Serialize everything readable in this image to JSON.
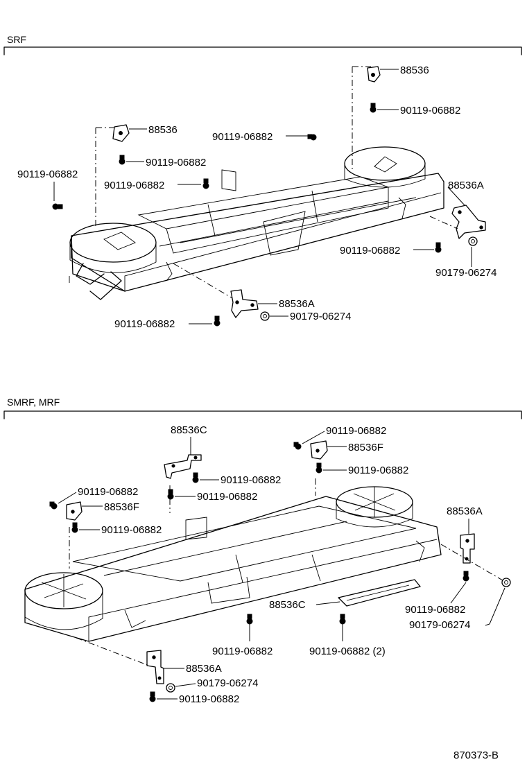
{
  "sections": {
    "srf": {
      "title": "SRF",
      "callouts": {
        "bracket_rear_top": "88536",
        "bolt_rear_top": "90119-06882",
        "bolt_rear_mid": "90119-06882",
        "bracket_left": "88536",
        "bolt_left_under": "90119-06882",
        "bolt_far_left": "90119-06882",
        "bolt_center": "90119-06882",
        "bracket_right": "88536A",
        "bolt_right": "90119-06882",
        "nut_right": "90179-06274",
        "bracket_front": "88536A",
        "nut_front": "90179-06274",
        "bolt_front": "90119-06882"
      }
    },
    "smrf": {
      "title": "SMRF, MRF",
      "callouts": {
        "bracket_c_top": "88536C",
        "bolt_c_right": "90119-06882",
        "bolt_c_under": "90119-06882",
        "bolt_f_top": "90119-06882",
        "bracket_f_top": "88536F",
        "bolt_f_under": "90119-06882",
        "bolt_left_top": "90119-06882",
        "bracket_f_left": "88536F",
        "bolt_left_under": "90119-06882",
        "bracket_a_right": "88536A",
        "bracket_c_lower": "88536C",
        "bolt_lower_center": "90119-06882",
        "bolt_lower_pair": "90119-06882 (2)",
        "bolt_right_lower": "90119-06882",
        "nut_right_lower": "90179-06274",
        "bracket_a_lower": "88536A",
        "nut_lower": "90179-06274",
        "bolt_lower": "90119-06882"
      }
    }
  },
  "figure_code": "870373-B"
}
